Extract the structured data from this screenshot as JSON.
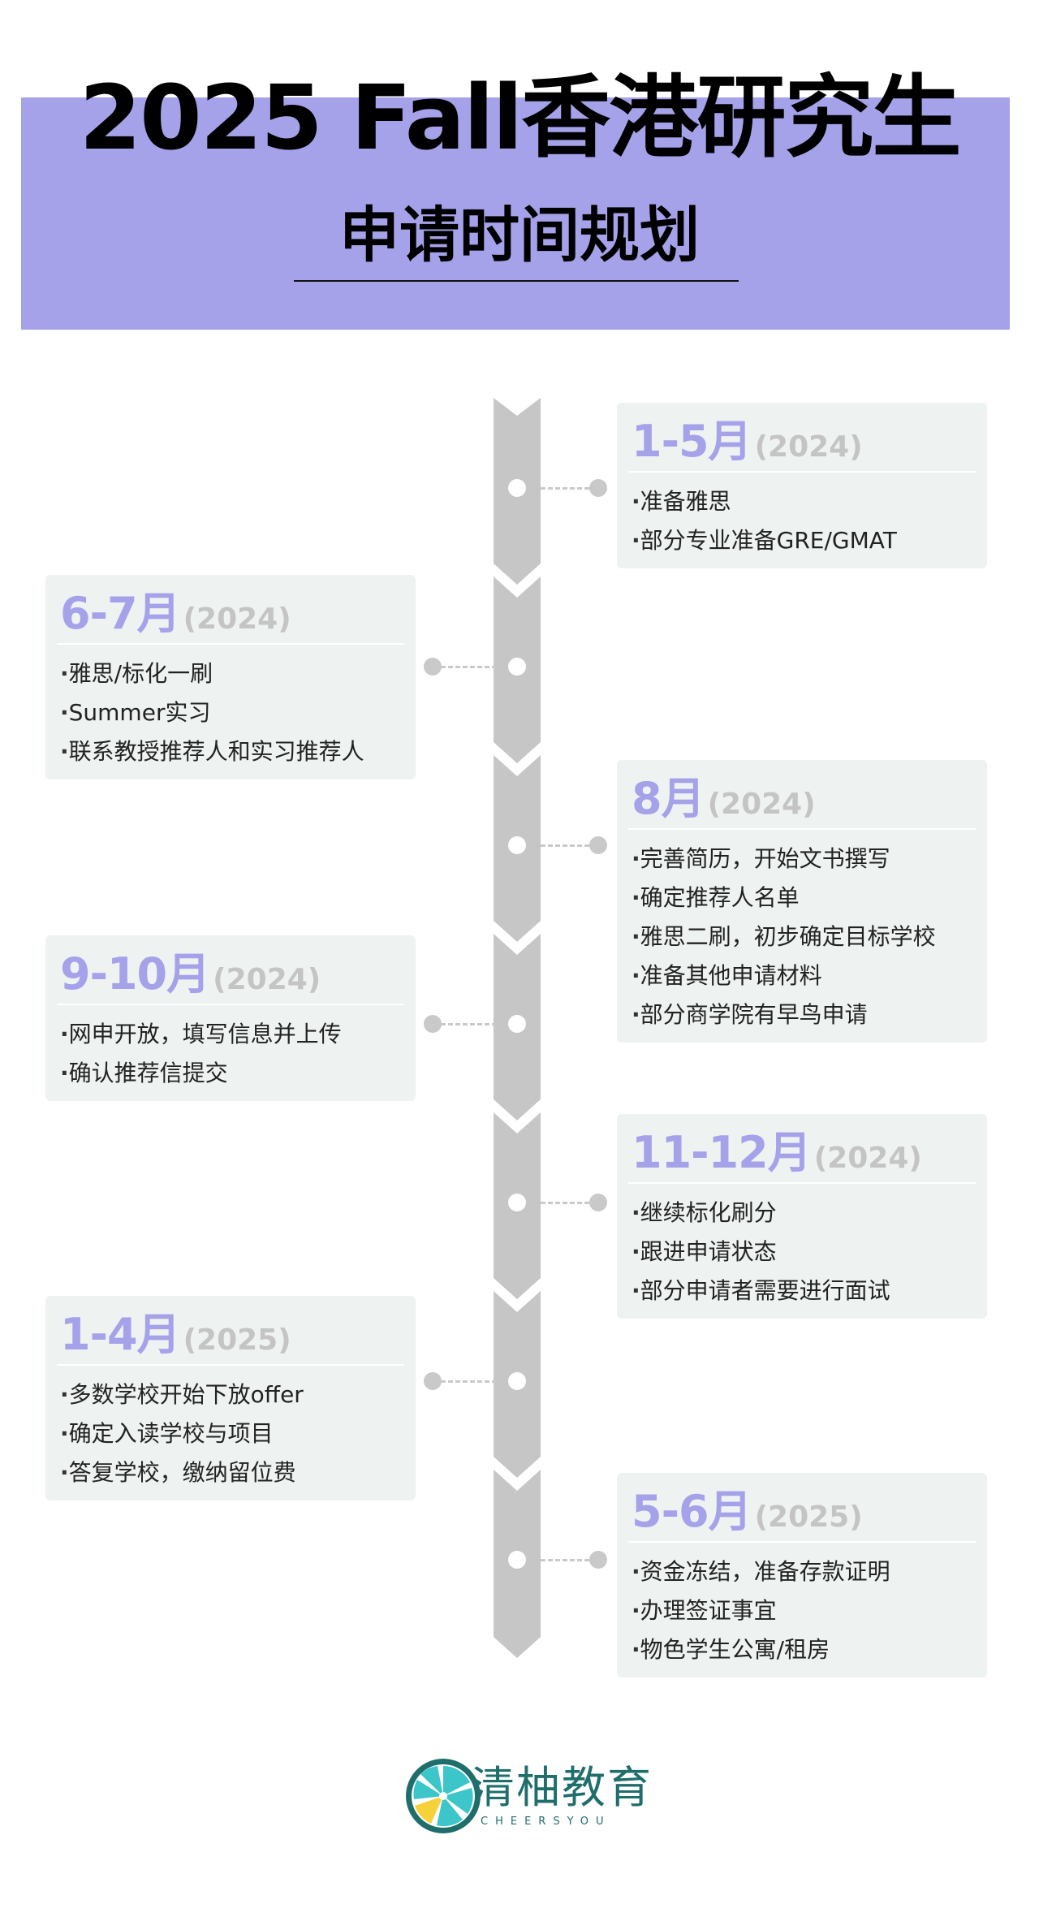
{
  "header": {
    "title": "2025 Fall香港研究生",
    "subtitle": "申请时间规划"
  },
  "timeline": [
    {
      "month": "1-5月",
      "year": "(2024)",
      "items": [
        "准备雅思",
        "部分专业准备GRE/GMAT"
      ]
    },
    {
      "month": "6-7月",
      "year": "(2024)",
      "items": [
        "雅思/标化一刷",
        "Summer实习",
        "联系教授推荐人和实习推荐人"
      ]
    },
    {
      "month": "8月",
      "year": "(2024)",
      "items": [
        "完善简历，开始文书撰写",
        "确定推荐人名单",
        "雅思二刷，初步确定目标学校",
        "准备其他申请材料",
        "部分商学院有早鸟申请"
      ]
    },
    {
      "month": "9-10月",
      "year": "(2024)",
      "items": [
        "网申开放，填写信息并上传",
        "确认推荐信提交"
      ]
    },
    {
      "month": "11-12月",
      "year": "(2024)",
      "items": [
        "继续标化刷分",
        "跟进申请状态",
        "部分申请者需要进行面试"
      ]
    },
    {
      "month": "1-4月",
      "year": "(2025)",
      "items": [
        "多数学校开始下放offer",
        "确定入读学校与项目",
        "答复学校，缴纳留位费"
      ]
    },
    {
      "month": "5-6月",
      "year": "(2025)",
      "items": [
        "资金冻结，准备存款证明",
        "办理签证事宜",
        "物色学生公寓/租房"
      ]
    }
  ],
  "bullet": "·",
  "logo": {
    "name": "清柚教育",
    "subtitle": "CHEERSYOU"
  },
  "colors": {
    "accent": "#a5a2ea",
    "card_bg": "#eef2f1",
    "spine": "#c6c6c6",
    "year_text": "#c4c4c4",
    "logo_teal": "#1f6e6c",
    "logo_cyan": "#3cc6c9",
    "logo_yellow": "#f5d23a"
  }
}
